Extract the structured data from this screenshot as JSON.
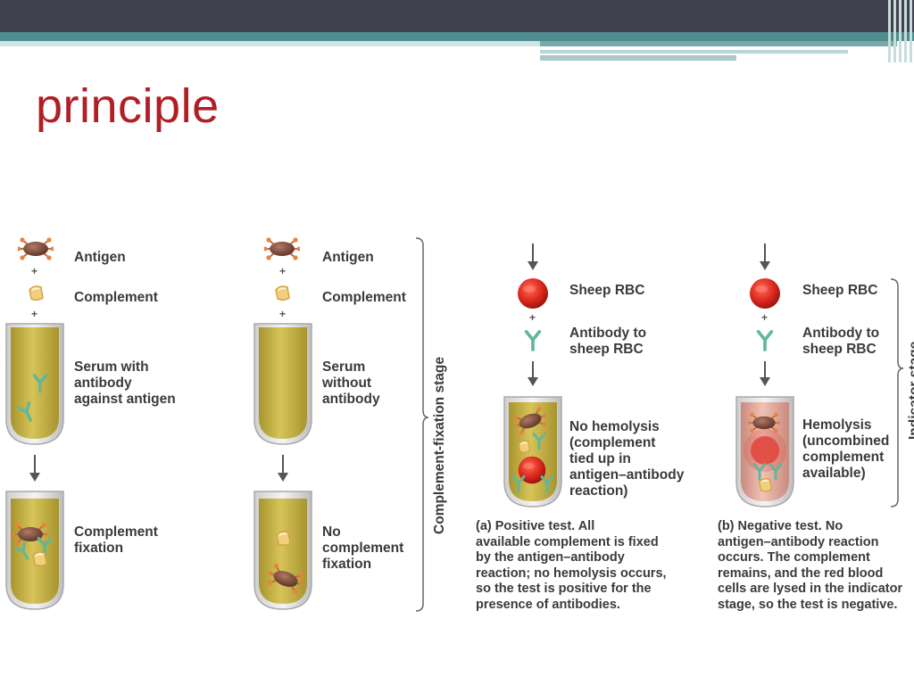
{
  "slide": {
    "title": "principle"
  },
  "diagram": {
    "col1": {
      "antigen": "Antigen",
      "complement": "Complement",
      "serum": "Serum with\nantibody\nagainst antigen",
      "result": "Complement\nfixation"
    },
    "col2": {
      "antigen": "Antigen",
      "complement": "Complement",
      "serum": "Serum\nwithout\nantibody",
      "result": "No\ncomplement\nfixation"
    },
    "stage_fixation": "Complement-fixation stage",
    "stage_indicator": "Indicator stage",
    "col3": {
      "rbc": "Sheep RBC",
      "antibody": "Antibody to\nsheep RBC",
      "result": "No hemolysis\n(complement\ntied up in\nantigen–antibody\nreaction)"
    },
    "col4": {
      "rbc": "Sheep RBC",
      "antibody": "Antibody to\nsheep RBC",
      "result": "Hemolysis\n(uncombined\ncomplement\navailable)"
    },
    "caption_a": "(a) Positive test. All\navailable complement is fixed\nby the antigen–antibody\nreaction; no hemolysis occurs,\nso the test is positive for the\npresence of antibodies.",
    "caption_b": "(b) Negative test. No\nantigen–antibody reaction\noccurs. The complement\nremains, and the red blood\ncells are lysed in the indicator\nstage, so the test is negative.",
    "plus_sign": "+"
  },
  "colors": {
    "title": "#b11e25",
    "serum": "#c9b445",
    "rbc": "#d9261c",
    "antibody": "#5fb89a",
    "antigen": "#7a4a3a",
    "hemolysis": "#d99a8a"
  }
}
